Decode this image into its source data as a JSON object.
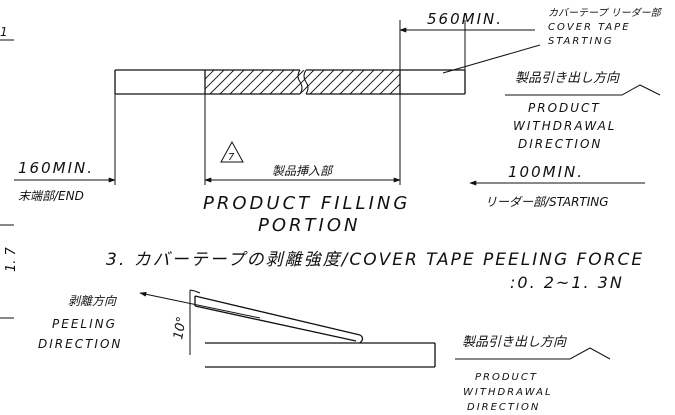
{
  "section_ref": "1",
  "top": {
    "dim_560": "560MIN.",
    "cover_tape_jp": "カバーテープ リーダー部",
    "cover_tape_en1": "COVER TAPE",
    "cover_tape_en2": "STARTING",
    "withdrawal_jp": "製品引き出し方向",
    "withdrawal_en1": "PRODUCT",
    "withdrawal_en2": "WITHDRAWAL",
    "withdrawal_en3": "DIRECTION",
    "dim_160": "160MIN.",
    "end_label": "末端部/END",
    "warning_symbol": "7",
    "filling_jp": "製品挿入部",
    "filling_en1": "PRODUCT FILLING",
    "filling_en2": "PORTION",
    "dim_100": "100MIN.",
    "starting_label": "リーダー部/STARTING"
  },
  "section3": {
    "heading": "3. カバーテープの剥離強度/COVER TAPE PEELING FORCE",
    "force": ":0. 2~1. 3N"
  },
  "bottom": {
    "dim_side": "1. 7",
    "angle": "10°",
    "peel_jp": "剥離方向",
    "peel_en1": "PEELING",
    "peel_en2": "DIRECTION",
    "withdrawal_jp": "製品引き出し方向",
    "withdrawal_en1": "PRODUCT",
    "withdrawal_en2": "WITHDRAWAL",
    "withdrawal_en3": "DIRECTION"
  }
}
